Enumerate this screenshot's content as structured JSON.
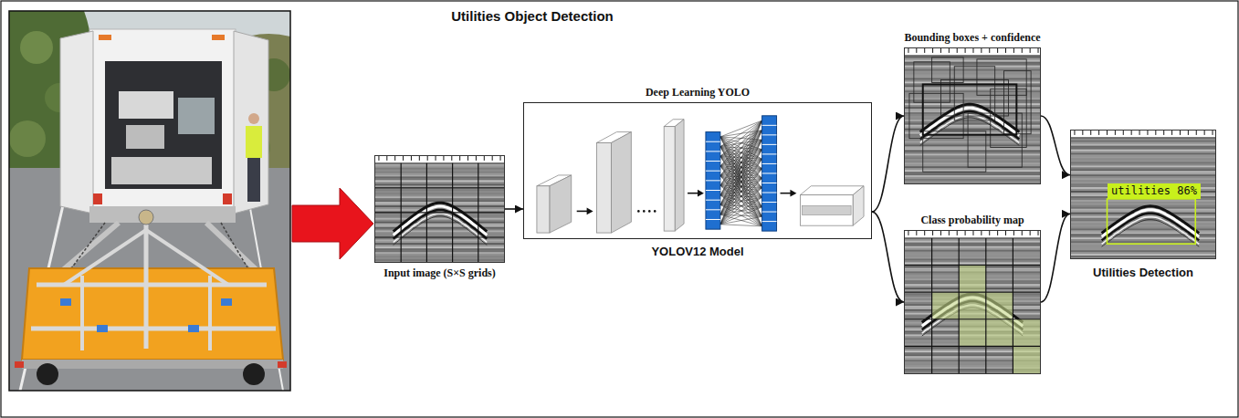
{
  "diagram": {
    "title": "Utilities Object Detection",
    "nodes": [
      {
        "text": [
          "Input image (S×S grids)"
        ]
      },
      {
        "text": [
          "Deep Learning YOLO",
          "YOLOV12 Model"
        ]
      },
      {
        "text": [
          "Bounding boxes + confidence"
        ]
      },
      {
        "text": [
          "Class probability map"
        ]
      },
      {
        "text": [
          "Utilities Detection"
        ]
      },
      {
        "text": [
          "utilities 86%"
        ],
        "in": 4
      }
    ],
    "edges": [
      {
        "from": 0,
        "to": 1,
        "arrow": "to"
      },
      {
        "from": 1,
        "to": 2,
        "arrow": "to"
      },
      {
        "from": 1,
        "to": 3,
        "arrow": "to"
      },
      {
        "from": 2,
        "to": 4,
        "arrow": "to"
      },
      {
        "from": 3,
        "to": 4,
        "arrow": "to"
      }
    ]
  }
}
